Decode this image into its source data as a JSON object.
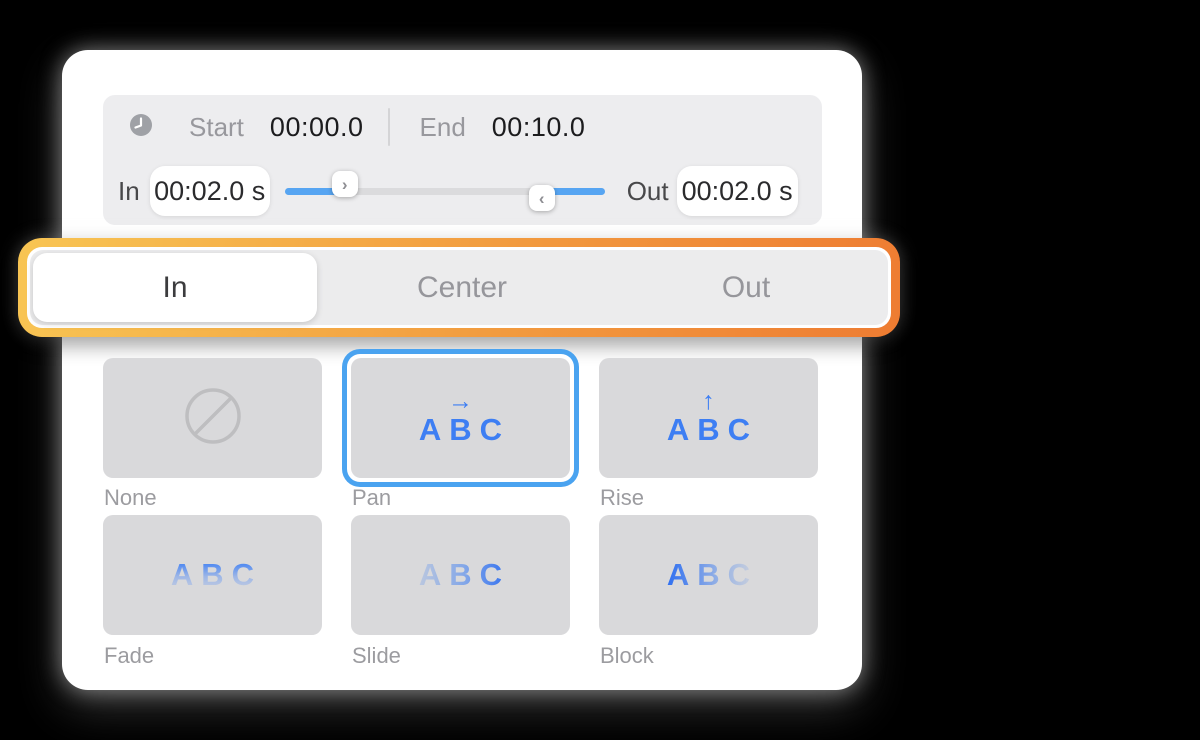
{
  "colors": {
    "accent_blue": "#3D7EF3",
    "selection_blue": "#4AA3F0",
    "slider_blue": "#57A5F2",
    "highlight_orange_start": "#F8C553",
    "highlight_orange_end": "#EE7C32"
  },
  "timing_panel": {
    "start_label": "Start",
    "start_value": "00:00.0",
    "end_label": "End",
    "end_value": "00:10.0",
    "in_label": "In",
    "in_value": "00:02.0 s",
    "out_label": "Out",
    "out_value": "00:02.0 s",
    "slider": {
      "left_handle_icon": "›",
      "right_handle_icon": "‹"
    }
  },
  "position_tabs": {
    "items": [
      {
        "label": "In",
        "selected": true
      },
      {
        "label": "Center",
        "selected": false
      },
      {
        "label": "Out",
        "selected": false
      }
    ]
  },
  "animations": {
    "sample_text": "ABC",
    "items": [
      {
        "label": "None",
        "icon": "prohibited"
      },
      {
        "label": "Pan",
        "arrow": "→",
        "selected": true
      },
      {
        "label": "Rise",
        "arrow": "↑"
      },
      {
        "label": "Fade",
        "effect": "fade-down"
      },
      {
        "label": "Slide",
        "effect": "slide-left-to-right"
      },
      {
        "label": "Block",
        "effect": "block-right-to-left"
      }
    ]
  }
}
